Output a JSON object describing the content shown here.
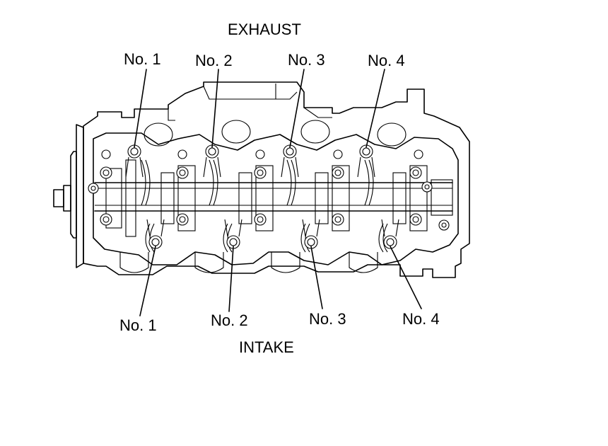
{
  "headings": {
    "exhaust": "EXHAUST",
    "intake": "INTAKE"
  },
  "exhaust_valves": [
    {
      "label": "No. 1"
    },
    {
      "label": "No. 2"
    },
    {
      "label": "No. 3"
    },
    {
      "label": "No. 4"
    }
  ],
  "intake_valves": [
    {
      "label": "No. 1"
    },
    {
      "label": "No. 2"
    },
    {
      "label": "No. 3"
    },
    {
      "label": "No. 4"
    }
  ],
  "colors": {
    "line": "#000000",
    "background": "#ffffff"
  }
}
